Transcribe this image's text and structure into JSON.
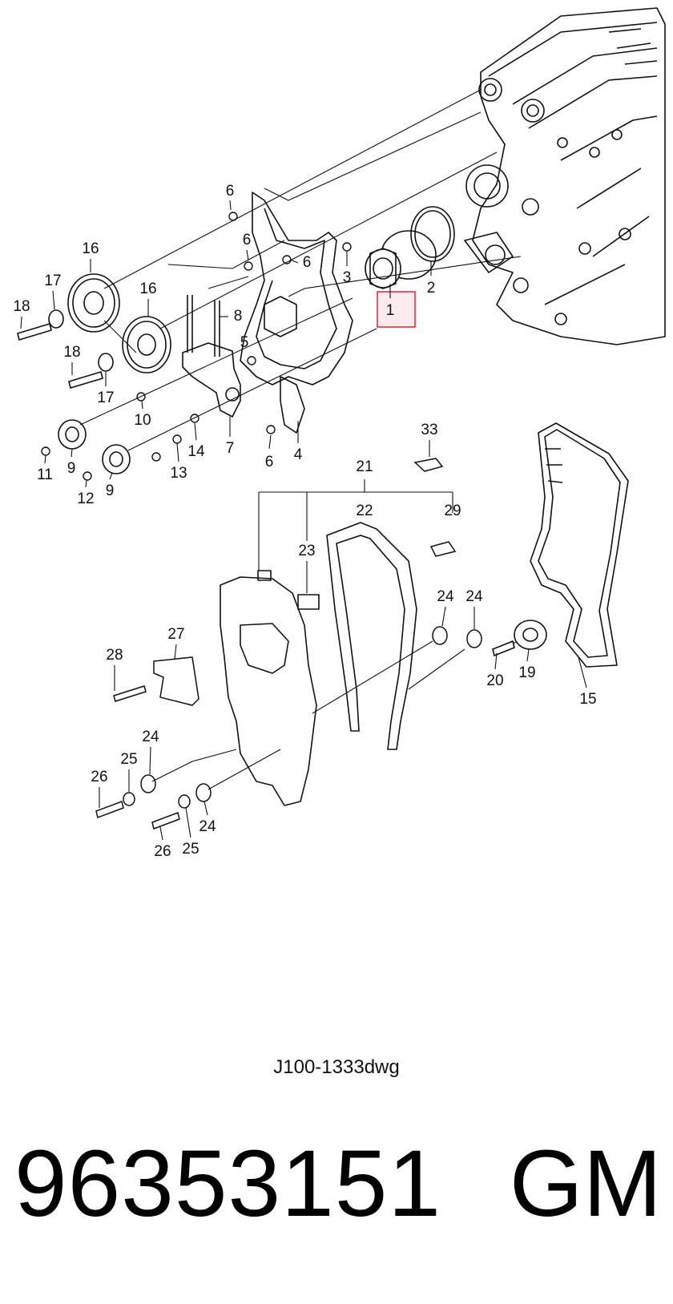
{
  "diagram": {
    "callouts": [
      "1",
      "2",
      "3",
      "4",
      "5",
      "6",
      "6",
      "6",
      "6",
      "7",
      "8",
      "9",
      "9",
      "10",
      "11",
      "12",
      "13",
      "14",
      "15",
      "16",
      "16",
      "17",
      "17",
      "18",
      "18",
      "19",
      "20",
      "21",
      "22",
      "23",
      "24",
      "24",
      "24",
      "24",
      "25",
      "25",
      "26",
      "26",
      "27",
      "28",
      "29",
      "33"
    ],
    "highlighted": "1",
    "highlight_color": "#e03040",
    "line_color": "#111111"
  },
  "caption": "J100-1333dwg",
  "part_number": "96353151",
  "brand": "GM"
}
